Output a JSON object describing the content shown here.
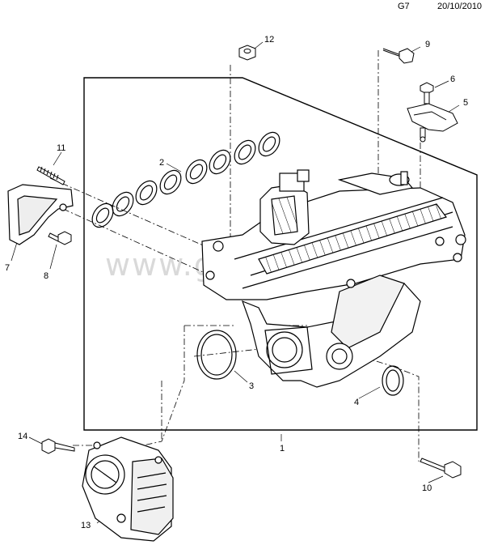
{
  "header": {
    "sheet_code": "G7",
    "date": "20/10/2010"
  },
  "watermark": "www.gm...",
  "callouts": [
    {
      "id": "c1",
      "label": "1"
    },
    {
      "id": "c2",
      "label": "2"
    },
    {
      "id": "c3",
      "label": "3"
    },
    {
      "id": "c4",
      "label": "4"
    },
    {
      "id": "c5",
      "label": "5"
    },
    {
      "id": "c6",
      "label": "6"
    },
    {
      "id": "c7",
      "label": "7"
    },
    {
      "id": "c8",
      "label": "8"
    },
    {
      "id": "c9",
      "label": "9"
    },
    {
      "id": "c10",
      "label": "10"
    },
    {
      "id": "c11",
      "label": "11"
    },
    {
      "id": "c12",
      "label": "12"
    },
    {
      "id": "c13",
      "label": "13"
    },
    {
      "id": "c14",
      "label": "14"
    }
  ],
  "colors": {
    "line": "#000000",
    "fill": "#ffffff",
    "shade": "#e6e6e6",
    "watermark": "#d9d9d9"
  }
}
